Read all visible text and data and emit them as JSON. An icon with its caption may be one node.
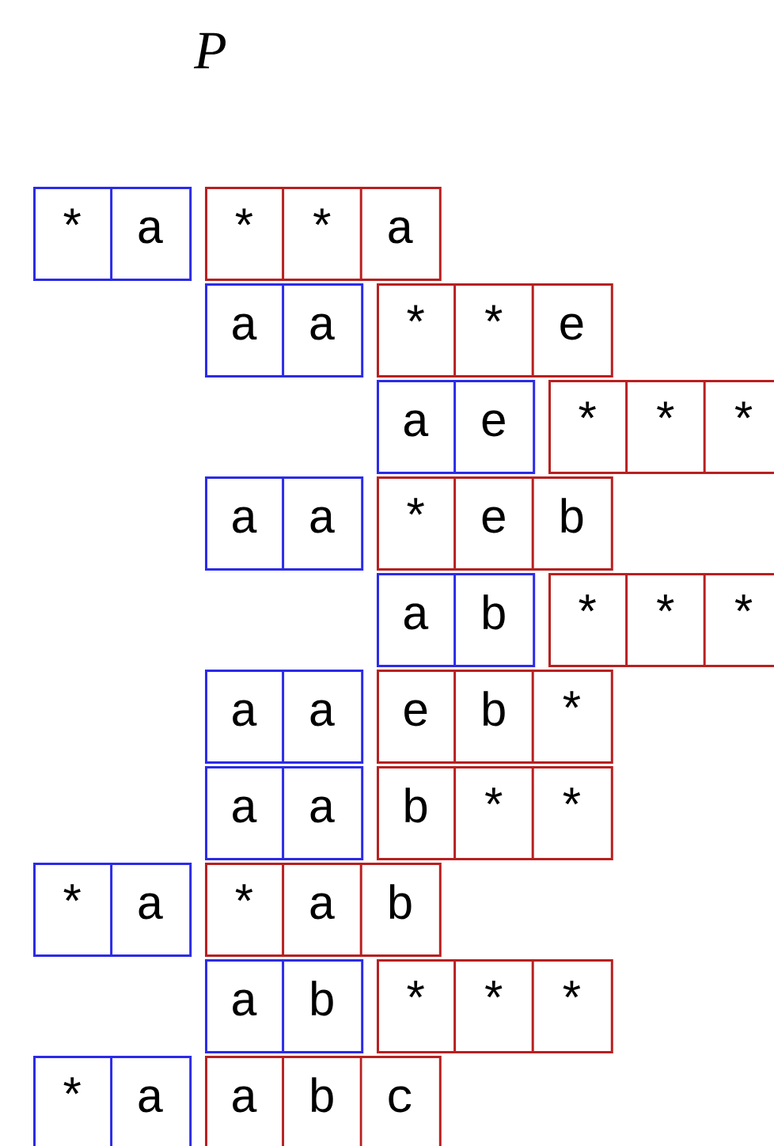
{
  "diagram": {
    "title": "P",
    "nodes": [
      {
        "text": [
          "*",
          "a"
        ]
      },
      {
        "text": [
          "*",
          "*",
          "a"
        ]
      },
      {
        "text": [
          "a",
          "a"
        ]
      },
      {
        "text": [
          "*",
          "*",
          "e"
        ]
      },
      {
        "text": [
          "a",
          "e"
        ]
      },
      {
        "text": [
          "*",
          "*",
          "*"
        ]
      },
      {
        "text": [
          "a",
          "a"
        ]
      },
      {
        "text": [
          "*",
          "e",
          "b"
        ]
      },
      {
        "text": [
          "a",
          "b"
        ]
      },
      {
        "text": [
          "*",
          "*",
          "*"
        ]
      },
      {
        "text": [
          "a",
          "a"
        ]
      },
      {
        "text": [
          "e",
          "b",
          "*"
        ]
      },
      {
        "text": [
          "a",
          "a"
        ]
      },
      {
        "text": [
          "b",
          "*",
          "*"
        ]
      },
      {
        "text": [
          "*",
          "a"
        ]
      },
      {
        "text": [
          "*",
          "a",
          "b"
        ]
      },
      {
        "text": [
          "a",
          "b"
        ]
      },
      {
        "text": [
          "*",
          "*",
          "*"
        ]
      },
      {
        "text": [
          "*",
          "a"
        ]
      },
      {
        "text": [
          "a",
          "b",
          "c"
        ]
      }
    ]
  }
}
